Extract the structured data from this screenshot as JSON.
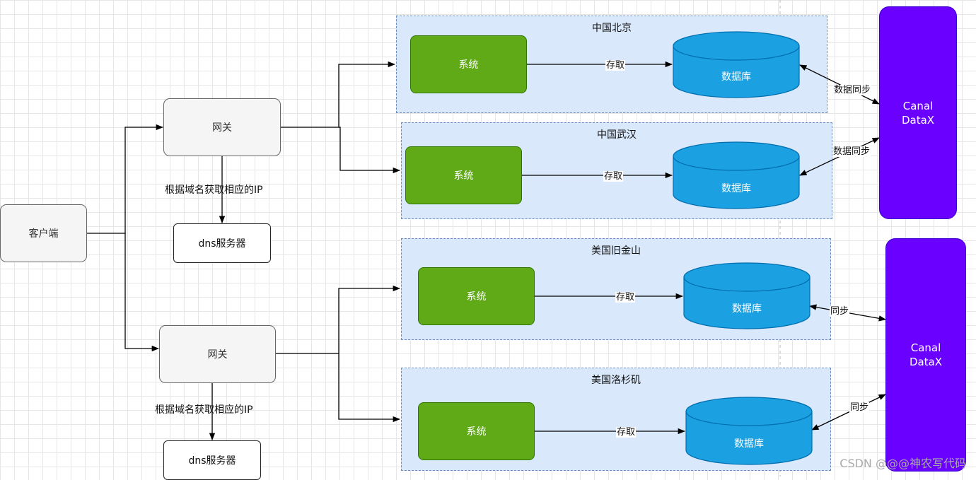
{
  "client": {
    "label": "客户端"
  },
  "gateways": [
    {
      "label": "网关",
      "dns_label": "dns服务器",
      "edge_label": "根据域名获取相应的IP"
    },
    {
      "label": "网关",
      "dns_label": "dns服务器",
      "edge_label": "根据域名获取相应的IP"
    }
  ],
  "regions": [
    {
      "title": "中国北京",
      "system": "系统",
      "db": "数据库",
      "edge": "存取",
      "sync": "数据同步"
    },
    {
      "title": "中国武汉",
      "system": "系统",
      "db": "数据库",
      "edge": "存取",
      "sync": "数据同步"
    },
    {
      "title": "美国旧金山",
      "system": "系统",
      "db": "数据库",
      "edge": "存取",
      "sync": "同步"
    },
    {
      "title": "美国洛杉矶",
      "system": "系统",
      "db": "数据库",
      "edge": "存取",
      "sync": "同步"
    }
  ],
  "canal": [
    {
      "line1": "Canal",
      "line2": "DataX"
    },
    {
      "line1": "Canal",
      "line2": "DataX"
    }
  ],
  "watermark": "CSDN @@@神农写代码",
  "colors": {
    "container_fill": "#dae8fc",
    "container_border": "#6c8ebf",
    "system_fill": "#60a917",
    "database_fill": "#1ba1e2",
    "canal_fill": "#6a00ff",
    "gateway_fill": "#f5f5f5"
  }
}
